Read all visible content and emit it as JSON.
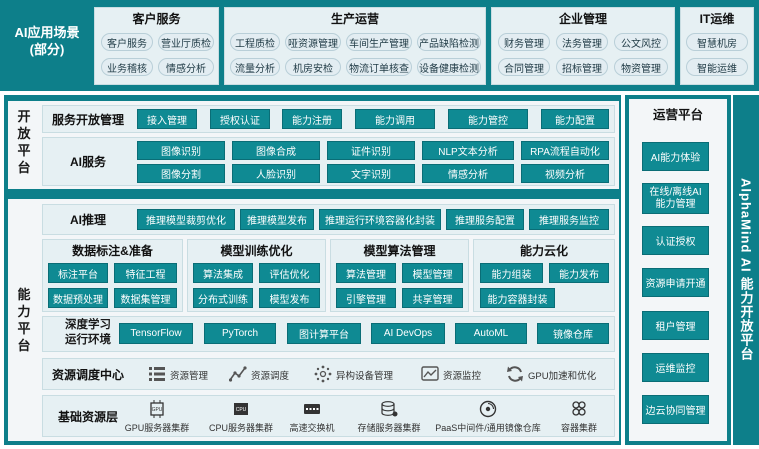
{
  "scenarios": {
    "title_line1": "AI应用场景",
    "title_line2": "(部分)",
    "groups": [
      {
        "name": "客户服务",
        "items": [
          "客户服务",
          "营业厅质检",
          "业务稽核",
          "情感分析"
        ]
      },
      {
        "name": "生产运营",
        "items": [
          "工程质检",
          "哑资源管理",
          "车间生产管理",
          "产品缺陷检测",
          "流量分析",
          "机房安检",
          "物流订单核查",
          "设备健康检测"
        ]
      },
      {
        "name": "企业管理",
        "items": [
          "财务管理",
          "法务管理",
          "公文风控",
          "合同管理",
          "招标管理",
          "物资管理"
        ]
      },
      {
        "name": "IT运维",
        "items": [
          "智慧机房",
          "智能运维"
        ]
      }
    ]
  },
  "open_platform": {
    "label": [
      "开",
      "放",
      "平",
      "台"
    ],
    "service_mgmt": {
      "title": "服务开放管理",
      "items": [
        "接入管理",
        "授权认证",
        "能力注册",
        "能力调用",
        "能力管控",
        "能力配置"
      ]
    },
    "ai_service": {
      "title": "AI服务",
      "row1": [
        "图像识别",
        "图像合成",
        "证件识别",
        "NLP文本分析",
        "RPA流程自动化"
      ],
      "row2": [
        "图像分割",
        "人脸识别",
        "文字识别",
        "情感分析",
        "视频分析"
      ]
    }
  },
  "capability_platform": {
    "label": [
      "能",
      "力",
      "平",
      "台"
    ],
    "inference": {
      "title": "AI推理",
      "items": [
        "推理模型裁剪优化",
        "推理模型发布",
        "推理运行环境容器化封装",
        "推理服务配置",
        "推理服务监控"
      ]
    },
    "data_labeling": {
      "title": "数据标注&准备",
      "items": [
        "标注平台",
        "特征工程",
        "数据预处理",
        "数据集管理"
      ]
    },
    "model_training": {
      "title": "模型训练优化",
      "items": [
        "算法集成",
        "评估优化",
        "分布式训练",
        "模型发布"
      ]
    },
    "algorithm_mgmt": {
      "title": "模型算法管理",
      "items": [
        "算法管理",
        "模型管理",
        "引擎管理",
        "共享管理"
      ]
    },
    "cloudify": {
      "title": "能力云化",
      "items": [
        "能力组装",
        "能力发布",
        "能力容器封装"
      ]
    },
    "dl_env": {
      "title_line1": "深度学习",
      "title_line2": "运行环境",
      "items": [
        "TensorFlow",
        "PyTorch",
        "图计算平台",
        "AI DevOps",
        "AutoML",
        "镜像仓库"
      ]
    }
  },
  "resource_scheduling": {
    "title": "资源调度中心",
    "items": [
      {
        "icon": "list-icon",
        "label": "资源管理"
      },
      {
        "icon": "trend-icon",
        "label": "资源调度"
      },
      {
        "icon": "network-icon",
        "label": "异构设备管理"
      },
      {
        "icon": "monitor-icon",
        "label": "资源监控"
      },
      {
        "icon": "refresh-icon",
        "label": "GPU加速和优化"
      }
    ]
  },
  "base_resources": {
    "title": "基础资源层",
    "items": [
      {
        "icon": "gpu-chip-icon",
        "label": "GPU服务器集群"
      },
      {
        "icon": "cpu-chip-icon",
        "label": "CPU服务器集群"
      },
      {
        "icon": "switch-icon",
        "label": "高速交换机"
      },
      {
        "icon": "storage-icon",
        "label": "存储服务器集群"
      },
      {
        "icon": "disc-icon",
        "label": "PaaS中间件/通用镜像仓库"
      },
      {
        "icon": "container-icon",
        "label": "容器集群"
      }
    ]
  },
  "ops_platform": {
    "title": "运营平台",
    "items": [
      "AI能力体验",
      "在线/离线AI\n能力管理",
      "认证授权",
      "资源申请开通",
      "租户管理",
      "运维监控",
      "边云协同管理"
    ]
  },
  "vertical_brand": "AlphaMind AI 能力开放平台"
}
